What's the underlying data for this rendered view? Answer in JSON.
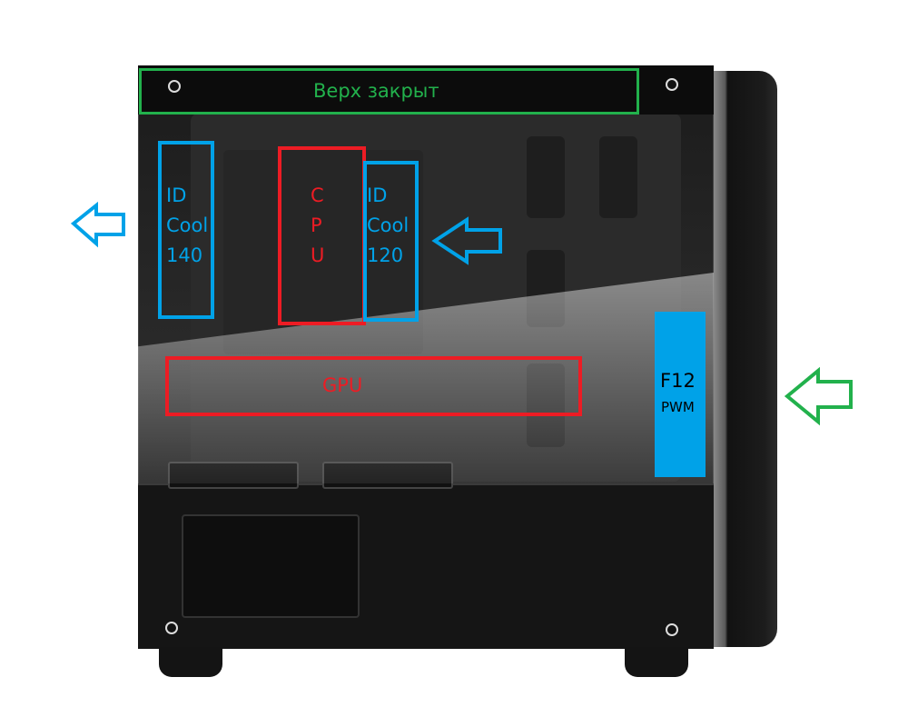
{
  "annotations": {
    "top": "Верх закрыт",
    "rear_cooler": [
      "ID",
      "Cool",
      "140"
    ],
    "cpu": [
      "C",
      "P",
      "U"
    ],
    "front_cooler": [
      "ID",
      "Cool",
      "120"
    ],
    "gpu": "GPU",
    "front_fan": {
      "model": "F12",
      "type": "PWM"
    }
  },
  "colors": {
    "green": "#22b14c",
    "blue": "#00a2e8",
    "red": "#ed1c24"
  }
}
